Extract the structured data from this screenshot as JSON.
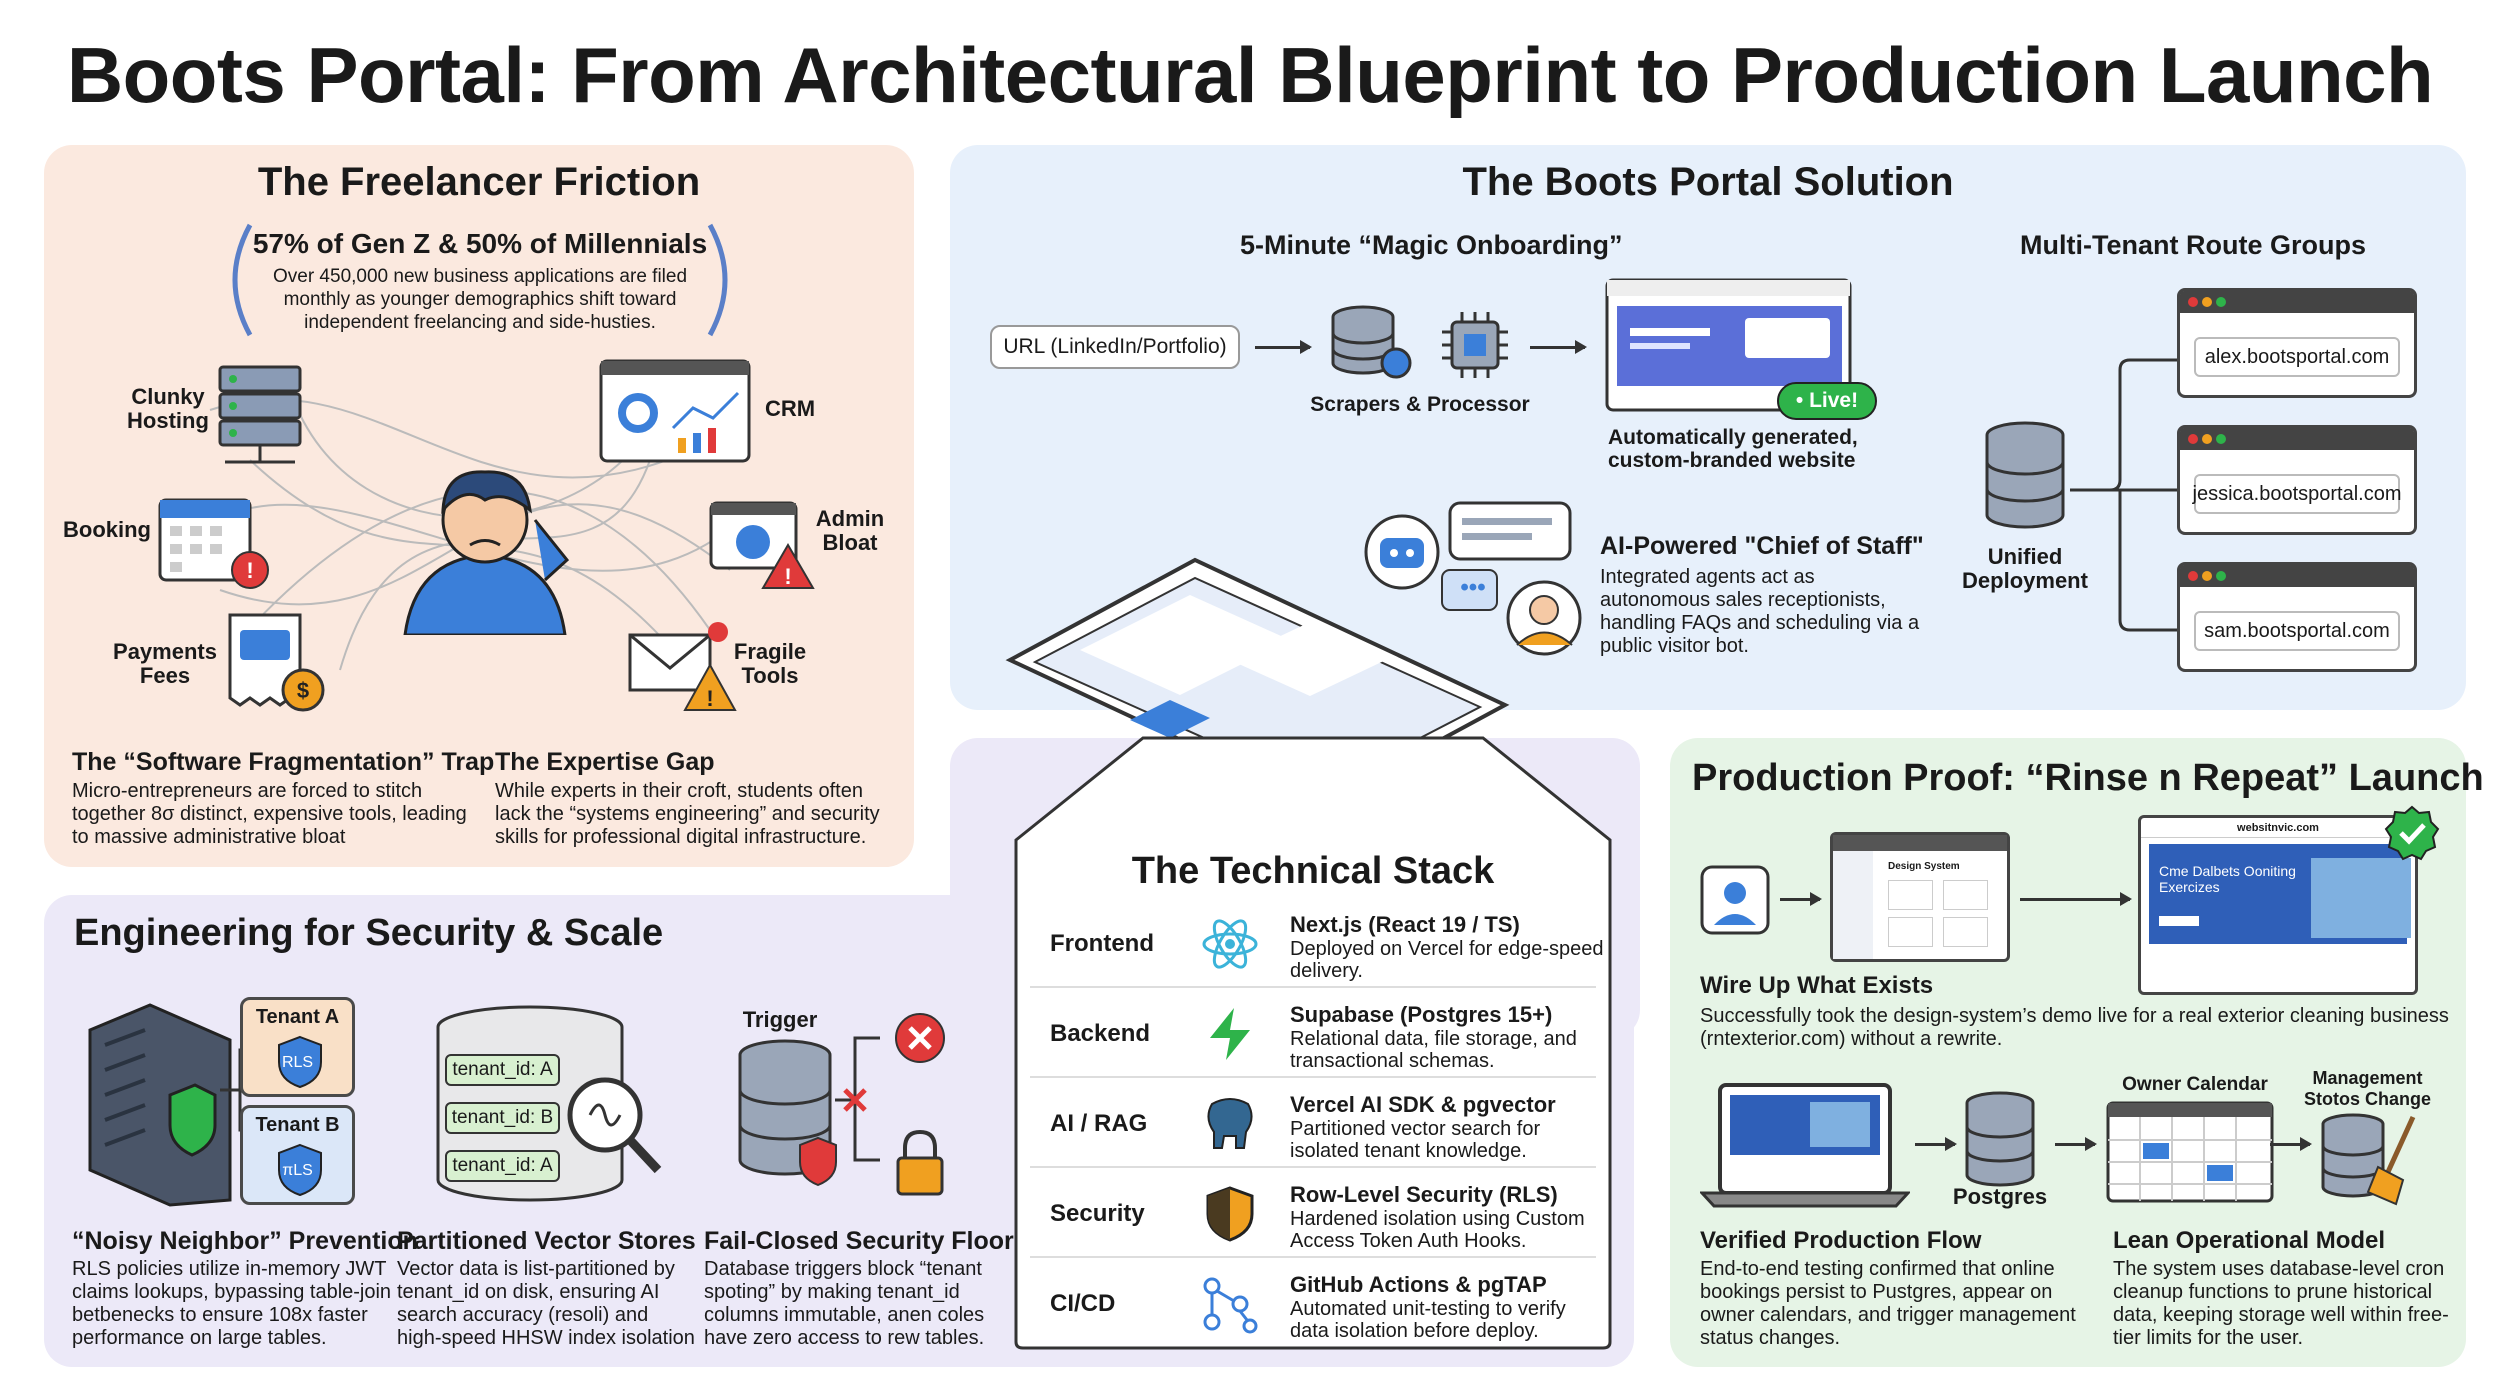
{
  "title": "Boots Portal: From Architectural Blueprint to Production Launch",
  "friction": {
    "title": "The Freelancer Friction",
    "stat": "57% of Gen Z & 50% of Millennials",
    "stat_desc": "Over 450,000 new business applications are filed monthly as younger demographics shift toward independent freelancing and side-husties.",
    "labels": {
      "hosting": "Clunky Hosting",
      "crm": "CRM",
      "booking": "Booking",
      "admin": "Admin Bloat",
      "payments": "Payments Fees",
      "fragile": "Fragile Tools"
    },
    "trap_title": "The “Software Fragmentation” Trap",
    "trap_desc": "Micro-entrepreneurs are forced to stitch together 8σ distinct, expensive tools, leading to massive administrative bloat",
    "gap_title": "The Expertise Gap",
    "gap_desc": "While experts in their croft, students often lack the “systems engineering” and security skills for professional digital infrastructure."
  },
  "solution": {
    "title": "The Boots Portal Solution",
    "onboard_title": "5-Minute “Magic Onboarding”",
    "url_input": "URL (LinkedIn/Portfolio)",
    "scrapers": "Scrapers & Processor",
    "generated": "Automatically generated, custom-branded website",
    "live": "• Live!",
    "route_title": "Multi-Tenant Route Groups",
    "unified": "Unified Deployment",
    "domains": [
      "alex.bootsportal.com",
      "jessica.bootsportal.com",
      "sam.bootsportal.com"
    ],
    "ai_title": "AI-Powered \"Chief of Staff\"",
    "ai_desc": "Integrated agents act as autonomous sales receptionists, handling FAQs and scheduling via a public visitor bot.",
    "chat_dots": "•••"
  },
  "stack": {
    "title": "The Technical Stack",
    "rows": [
      {
        "cat": "Frontend",
        "name": "Next.js (React 19 / TS)",
        "desc": "Deployed on Vercel for edge-speed delivery.",
        "icon": "react-icon"
      },
      {
        "cat": "Backend",
        "name": "Supabase (Postgres 15+)",
        "desc": "Relational data, file storage, and transactional schemas.",
        "icon": "supabase-icon"
      },
      {
        "cat": "AI / RAG",
        "name": "Vercel AI SDK & pgvector",
        "desc": "Partitioned vector search for isolated tenant knowledge.",
        "icon": "postgres-elephant-icon"
      },
      {
        "cat": "Security",
        "name": "Row-Level Security (RLS)",
        "desc": "Hardened isolation using Custom Access Token Auth Hooks.",
        "icon": "shield-icon"
      },
      {
        "cat": "CI/CD",
        "name": "GitHub Actions & pgTAP",
        "desc": "Automated unit-testing to verify data isolation before deploy.",
        "icon": "pipeline-icon"
      }
    ]
  },
  "engineering": {
    "title": "Engineering for Security & Scale",
    "tenant_a": "Tenant A",
    "tenant_b": "Tenant B",
    "rls": "RLS",
    "rls_b": "πLS",
    "tenant_ids": [
      "tenant_id: A",
      "tenant_id: B",
      "tenant_id: A"
    ],
    "trigger": "Trigger",
    "noisy_title": "“Noisy Neighbor” Prevention",
    "noisy_desc": "RLS policies utilize in-memory JWT claims lookups, bypassing table-join betbenecks to ensure 108x faster performance on large tables.",
    "vector_title": "Partitioned Vector Stores",
    "vector_desc": "Vector data is list-partitioned by tenant_id on disk, ensuring AI search accuracy (resoli) and high-speed HHSW index isolation",
    "fail_title": "Fail-Closed Security Floor",
    "fail_desc": "Database triggers block “tenant spoting” by making tenant_id columns immutable, anen coles have zero access to rew tables."
  },
  "production": {
    "title": "Production Proof: “Rinse n Repeat” Launch",
    "design_system": "Design System",
    "site_header": "websitnvic.com",
    "site_hero": "Cme Dalbets Ooniting Exercizes",
    "wire_title": "Wire Up What Exists",
    "wire_desc": "Successfully took the design-system’s demo live for a real exterior cleaning business (rntexterior.com) without a rewrite.",
    "postgres": "Postgres",
    "owner_cal": "Owner Calendar",
    "mgmt": "Management Stotos Change",
    "verified_title": "Verified Production Flow",
    "verified_desc": "End-to-end testing confirmed that online bookings persist to Pustgres, appear on owner calendars, and trigger management status changes.",
    "lean_title": "Lean Operational Model",
    "lean_desc": "The system uses database-level cron cleanup functions to prune historical data, keeping storage well within free-tier limits for the user."
  },
  "colors": {
    "blue": "#3b7fd9",
    "red": "#e03a3a",
    "green": "#2eb34a",
    "amber": "#f0a020"
  }
}
